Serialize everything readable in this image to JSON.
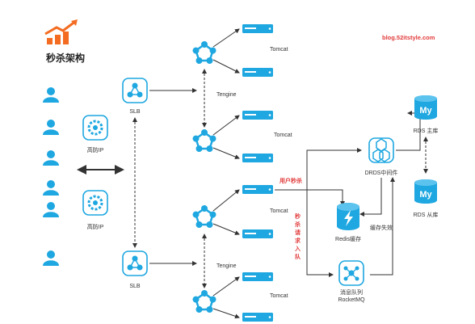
{
  "header": {
    "title": "秒杀架构",
    "site": "blog.52itstyle.com"
  },
  "labels": {
    "ha_ip_top": "高防IP",
    "ha_ip_bottom": "高防IP",
    "slb_top": "SLB",
    "slb_bottom": "SLB",
    "tengine_top": "Tengine",
    "tengine_bottom": "Tengine",
    "tomcat": "Tomcat",
    "rds_master": "RDS 主库",
    "rds_slave": "RDS 从库",
    "drds": "DRDS中间件",
    "redis": "Redis缓存",
    "cache_invalidation": "缓存失效",
    "mq_line1": "消息队列",
    "mq_line2": "RocketMQ",
    "user_seckill": "用户秒杀",
    "seckill_request": [
      "秒",
      "杀",
      "请",
      "求",
      "入",
      "队"
    ],
    "my": "My"
  },
  "icons": {
    "logo": "trend-chart-logo-icon",
    "user": "user-icon",
    "shield": "ha-ip-shield-icon",
    "slb": "slb-icon",
    "tengine": "tengine-cluster-icon",
    "server": "tomcat-server-icon",
    "database": "rds-database-icon",
    "drds": "drds-icon",
    "redis": "redis-cache-icon",
    "mq": "message-queue-icon"
  },
  "colors": {
    "primary": "#1ea7e0",
    "dark": "#333333",
    "accent": "#e23b3b",
    "logo": "#f36c21"
  }
}
